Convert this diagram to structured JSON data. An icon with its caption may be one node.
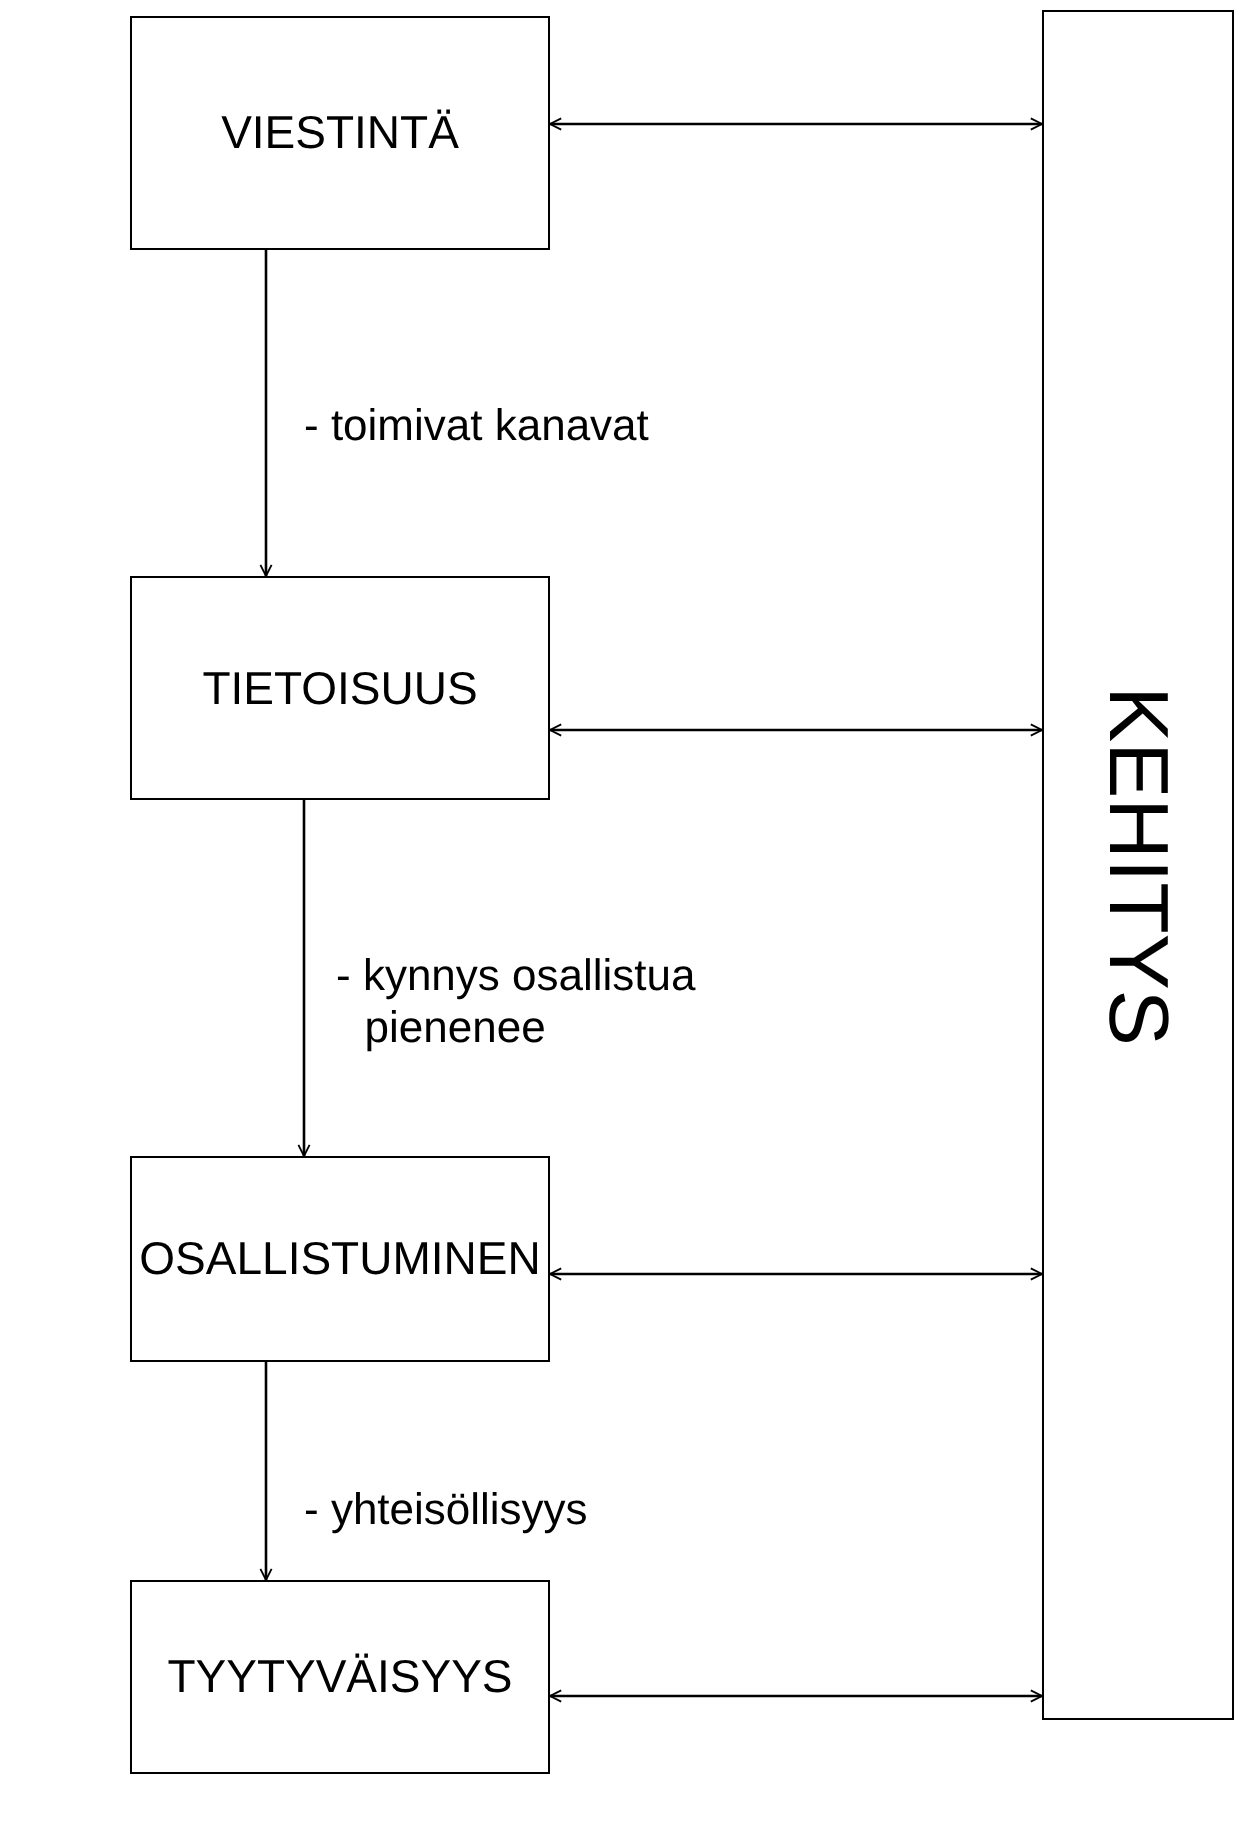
{
  "diagram": {
    "nodes": [
      {
        "text": [
          "VIESTINTÄ"
        ]
      },
      {
        "text": [
          "TIETOISUUS"
        ]
      },
      {
        "text": [
          "OSALLISTUMINEN"
        ]
      },
      {
        "text": [
          "TYYTYVÄISYYS"
        ]
      },
      {
        "text": [
          "KEHITYS"
        ]
      }
    ],
    "edges": [
      {
        "from": 0,
        "to": 1,
        "arrow": "to",
        "label": "- toimivat kanavat"
      },
      {
        "from": 1,
        "to": 2,
        "arrow": "to",
        "label": "- kynnys osallistua pienenee"
      },
      {
        "from": 2,
        "to": 3,
        "arrow": "to",
        "label": "- yhteisöllisyys"
      },
      {
        "from": 0,
        "to": 4,
        "arrow": "both"
      },
      {
        "from": 1,
        "to": 4,
        "arrow": "both"
      },
      {
        "from": 2,
        "to": 4,
        "arrow": "both"
      },
      {
        "from": 3,
        "to": 4,
        "arrow": "both"
      }
    ]
  }
}
